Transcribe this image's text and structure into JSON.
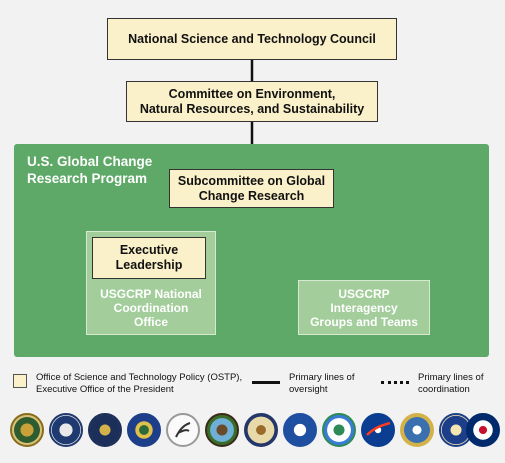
{
  "nodes": {
    "nstc": "National Science and Technology Council",
    "cenrs_line1": "Committee on Environment,",
    "cenrs_line2": "Natural Resources, and Sustainability",
    "program_line1": "U.S. Global Change",
    "program_line2": "Research Program",
    "subcommittee_line1": "Subcommittee on Global",
    "subcommittee_line2": "Change Research",
    "exec_line1": "Executive",
    "exec_line2": "Leadership",
    "nco_line1": "USGCRP National",
    "nco_line2": "Coordination",
    "nco_line3": "Office",
    "igt_line1": "USGCRP",
    "igt_line2": "Interagency",
    "igt_line3": "Groups and Teams"
  },
  "legend": {
    "ostp_line1": "Office of Science and Technology Policy (OSTP),",
    "ostp_line2": "Executive Office of the President",
    "oversight_line1": "Primary lines of",
    "oversight_line2": "oversight",
    "coordination_line1": "Primary lines of",
    "coordination_line2": "coordination"
  },
  "colors": {
    "ostp_fill": "#faf0c9",
    "program_green": "#5fa968",
    "sub_box_green": "#a3cd9b"
  },
  "agency_logos": [
    "usda-seal-icon",
    "commerce-seal-icon",
    "defense-seal-icon",
    "energy-seal-icon",
    "hhs-seal-icon",
    "interior-seal-icon",
    "state-seal-icon",
    "dot-seal-icon",
    "epa-seal-icon",
    "nasa-seal-icon",
    "nsf-seal-icon",
    "smithsonian-seal-icon",
    "usaid-seal-icon"
  ]
}
